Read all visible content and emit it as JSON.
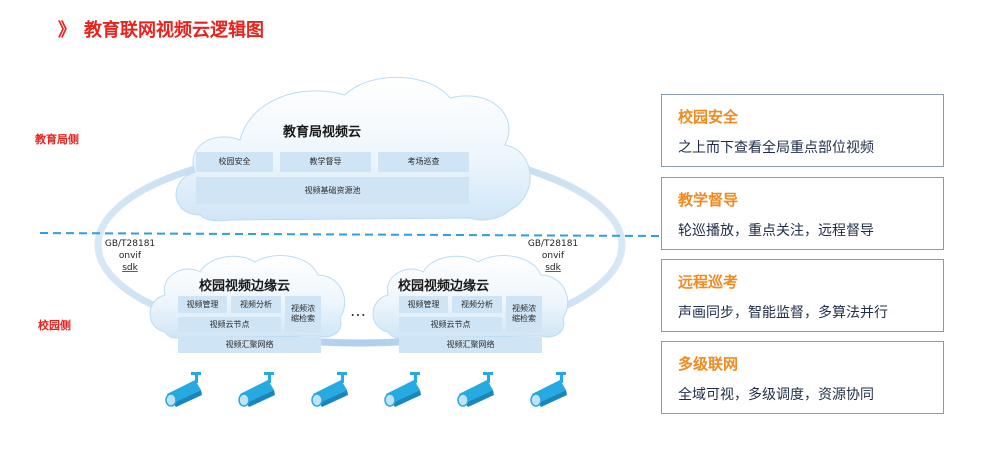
{
  "title": "教育联网视频云逻辑图",
  "title_mark": "》",
  "side_labels": {
    "bureau": "教育局侧",
    "campus": "校园侧"
  },
  "bureau_cloud": {
    "title": "教育局视频云",
    "modules": [
      "校园安全",
      "教学督导",
      "考场巡查"
    ],
    "pool": "视频基础资源池"
  },
  "edge_clouds": [
    {
      "title": "校园视频边缘云",
      "modules": [
        "视频管理",
        "视频分析"
      ],
      "node": "视频云节点",
      "storage": "视频浓缩检索",
      "network": "视频汇聚网络"
    },
    {
      "title": "校园视频边缘云",
      "modules": [
        "视频管理",
        "视频分析"
      ],
      "node": "视频云节点",
      "storage": "视频浓缩检索",
      "network": "视频汇聚网络"
    }
  ],
  "ellipsis": "…",
  "protocols": {
    "left": [
      "GB/T28181",
      "onvif",
      "sdk"
    ],
    "right": [
      "GB/T28181",
      "onvif",
      "sdk"
    ]
  },
  "cameras": {
    "count": 6,
    "icon": "cctv-camera-icon"
  },
  "cards": [
    {
      "title": "校园安全",
      "text": "之上而下查看全局重点部位视频"
    },
    {
      "title": "教学督导",
      "text": "轮巡播放，重点关注，远程督导"
    },
    {
      "title": "远程巡考",
      "text": "声画同步，智能监督，多算法并行"
    },
    {
      "title": "多级联网",
      "text": "全域可视，多级调度，资源协同"
    }
  ],
  "colors": {
    "title": "#e8231e",
    "card_title": "#f08a21",
    "card_text": "#1f2d4a",
    "box": "#cfe4f5",
    "dashed_line": "#2e9fe0",
    "camera": "#27a9e1"
  }
}
